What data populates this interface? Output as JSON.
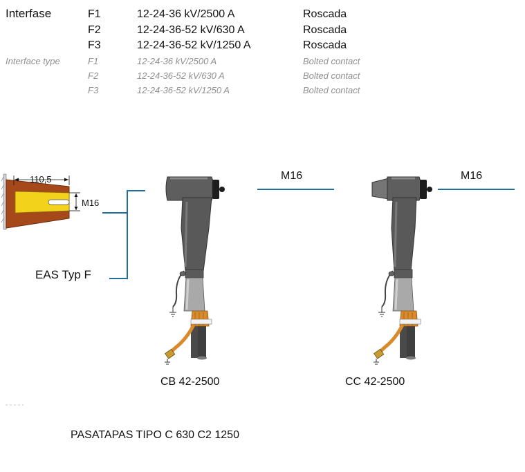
{
  "interface": {
    "label": "Interfase",
    "rows": [
      {
        "code": "F1",
        "rating": "12-24-36 kV/2500 A",
        "contact": "Roscada"
      },
      {
        "code": "F2",
        "rating": "12-24-36-52 kV/630 A",
        "contact": "Roscada"
      },
      {
        "code": "F3",
        "rating": "12-24-36-52 kV/1250 A",
        "contact": "Roscada"
      }
    ],
    "type_label": "Interface type",
    "type_rows": [
      {
        "code": "F1",
        "rating": "12-24-36 kV/2500 A",
        "contact": "Bolted contact"
      },
      {
        "code": "F2",
        "rating": "12-24-36-52 kV/630 A",
        "contact": "Bolted contact"
      },
      {
        "code": "F3",
        "rating": "12-24-36-52 kV/1250 A",
        "contact": "Bolted contact"
      }
    ]
  },
  "bushing": {
    "dimension": "110,5",
    "thread": "M16",
    "type_label": "EAS Typ F"
  },
  "connectors": [
    {
      "model": "CB 42-2500",
      "thread": "M16"
    },
    {
      "model": "CC 42-2500",
      "thread": "M16"
    }
  ],
  "footer": {
    "caption": "PASATAPAS TIPO C 630 C2 1250"
  },
  "colors": {
    "line": "#1f6f9a",
    "bushing_brown": "#a5481a",
    "contact_yellow": "#f2d21b",
    "body_gray": "#5a5a5a",
    "braid_orange": "#d98a2a"
  }
}
